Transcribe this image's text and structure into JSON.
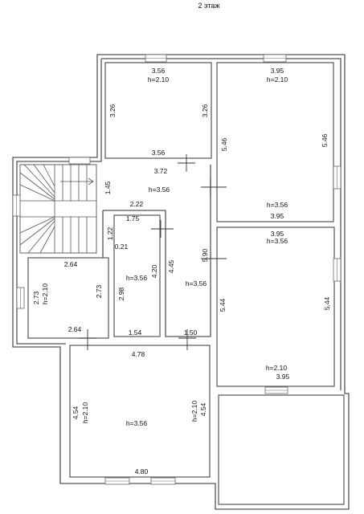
{
  "plan": {
    "title": "2 этаж",
    "rooms": {
      "top_left": {
        "width_top": "3.56",
        "height_label": "h=2.10",
        "side_left": "3.26",
        "side_right": "3.26",
        "width_bottom": "3.56"
      },
      "top_right": {
        "width_top": "3.95",
        "height_label_top": "h=2.10",
        "side_left": "5.46",
        "side_right": "5.46",
        "height_label_bottom": "h=3.56",
        "width_bottom": "3.95"
      },
      "hall": {
        "width_top": "3.72",
        "side_left": "1.45",
        "height_label": "h=3.56",
        "width_mid": "2.22"
      },
      "corridor": {
        "width_top": "1.75",
        "side_left": "1.22",
        "small": "0.21",
        "side_right": "4.20",
        "height_label": "h=3.56",
        "side_left2": "2.98",
        "width_bottom": "1.54"
      },
      "passage": {
        "side_left": "4.45",
        "height_label": "h=3.56",
        "side_right": "5.90",
        "width_bottom": "1.50"
      },
      "left_small": {
        "width_top": "2.64",
        "side_left": "2.73",
        "height_label": "h=2.10",
        "side_right": "2.73",
        "width_bottom": "2.64"
      },
      "right_middle": {
        "width_top": "3.95",
        "height_label_top": "h=3.56",
        "side_left": "5.44",
        "side_right": "5.44",
        "height_label_bottom": "h=2.10",
        "width_bottom": "3.95"
      },
      "bottom_big": {
        "width_top": "4.78",
        "side_left": "4.54",
        "height_label_left": "h=2.10",
        "height_label": "h=3.56",
        "height_label_right": "h=2.10",
        "side_right": "4.54",
        "width_bottom": "4.80"
      }
    }
  }
}
